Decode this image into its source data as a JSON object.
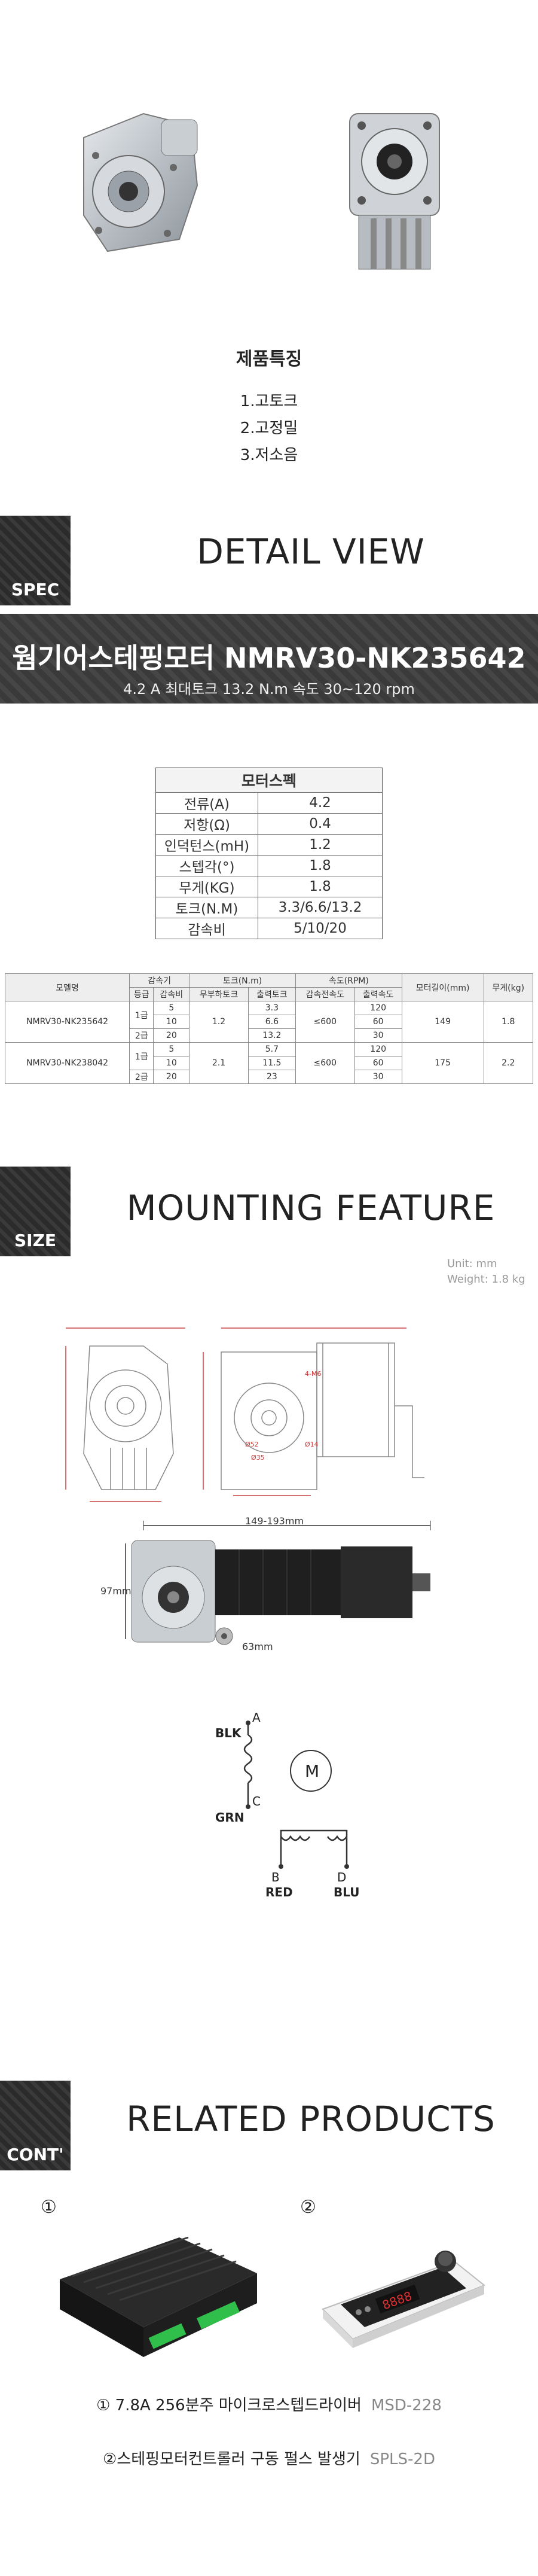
{
  "features": {
    "title": "제품특징",
    "items": [
      "1.고토크",
      "2.고정밀",
      "3.저소음"
    ]
  },
  "sections": {
    "spec": {
      "tab": "SPEC",
      "title": "DETAIL VIEW"
    },
    "size": {
      "tab": "SIZE",
      "title": "MOUNTING FEATURE"
    },
    "cont": {
      "tab": "CONT'",
      "title": "RELATED PRODUCTS"
    }
  },
  "banner": {
    "title": "웜기어스테핑모터 NMRV30-NK235642",
    "subtitle": "4.2 A   최대토크 13.2 N.m  속도 30~120 rpm"
  },
  "motor_spec": {
    "header": "모터스펙",
    "rows": [
      {
        "key": "전류(A)",
        "value": "4.2"
      },
      {
        "key": "저항(Ω)",
        "value": "0.4"
      },
      {
        "key": "인덕턴스(mH)",
        "value": "1.2"
      },
      {
        "key": "스텝각(°)",
        "value": "1.8"
      },
      {
        "key": "무게(KG)",
        "value": "1.8"
      },
      {
        "key": "토크(N.M)",
        "value": "3.3/6.6/13.2"
      },
      {
        "key": "감속비",
        "value": "5/10/20"
      }
    ]
  },
  "model_table": {
    "h_model": "모델명",
    "h_reducer": "감속기",
    "h_grade": "등급",
    "h_ratio": "감속비",
    "h_torque": "토크(N.m)",
    "h_holding": "무부하토크",
    "h_output": "출력토크",
    "h_speed": "속도(RPM)",
    "h_reduce_speed": "감속전속도",
    "h_out_speed": "출력속도",
    "h_length": "모터길이(mm)",
    "h_weight": "무게(kg)",
    "m1": {
      "name": "NMRV30-NK235642",
      "g1": "1급",
      "g2": "2급",
      "r": [
        "5",
        "10",
        "20"
      ],
      "hold": "1.2",
      "out": [
        "3.3",
        "6.6",
        "13.2"
      ],
      "pre": "≤600",
      "sp": [
        "120",
        "60",
        "30"
      ],
      "len": "149",
      "wt": "1.8"
    },
    "m2": {
      "name": "NMRV30-NK238042",
      "g1": "1급",
      "g2": "2급",
      "r": [
        "5",
        "10",
        "20"
      ],
      "hold": "2.1",
      "out": [
        "5.7",
        "11.5",
        "23"
      ],
      "pre": "≤600",
      "sp": [
        "120",
        "60",
        "30"
      ],
      "len": "175",
      "wt": "2.2"
    }
  },
  "mounting": {
    "unit": "Unit: mm",
    "weight": "Weight: 1.8 kg",
    "span": "149-193mm",
    "height": "97mm",
    "shaft": "63mm"
  },
  "wiring": {
    "a": "A",
    "blk": "BLK",
    "c": "C",
    "grn": "GRN",
    "b": "B",
    "red": "RED",
    "d": "D",
    "blu": "BLU",
    "motor": "M"
  },
  "related": {
    "n1": "①",
    "n2": "②",
    "p1": {
      "name": "① 7.8A 256분주 마이크로스텝드라이버",
      "model": "MSD-228"
    },
    "p2": {
      "name": "②스테핑모터컨트롤러 구동 펄스 발생기",
      "model": "SPLS-2D"
    }
  },
  "colors": {
    "accent_dark": "#2b2b2b",
    "driver_green": "#2fbf4a",
    "display_red": "#e03030"
  }
}
